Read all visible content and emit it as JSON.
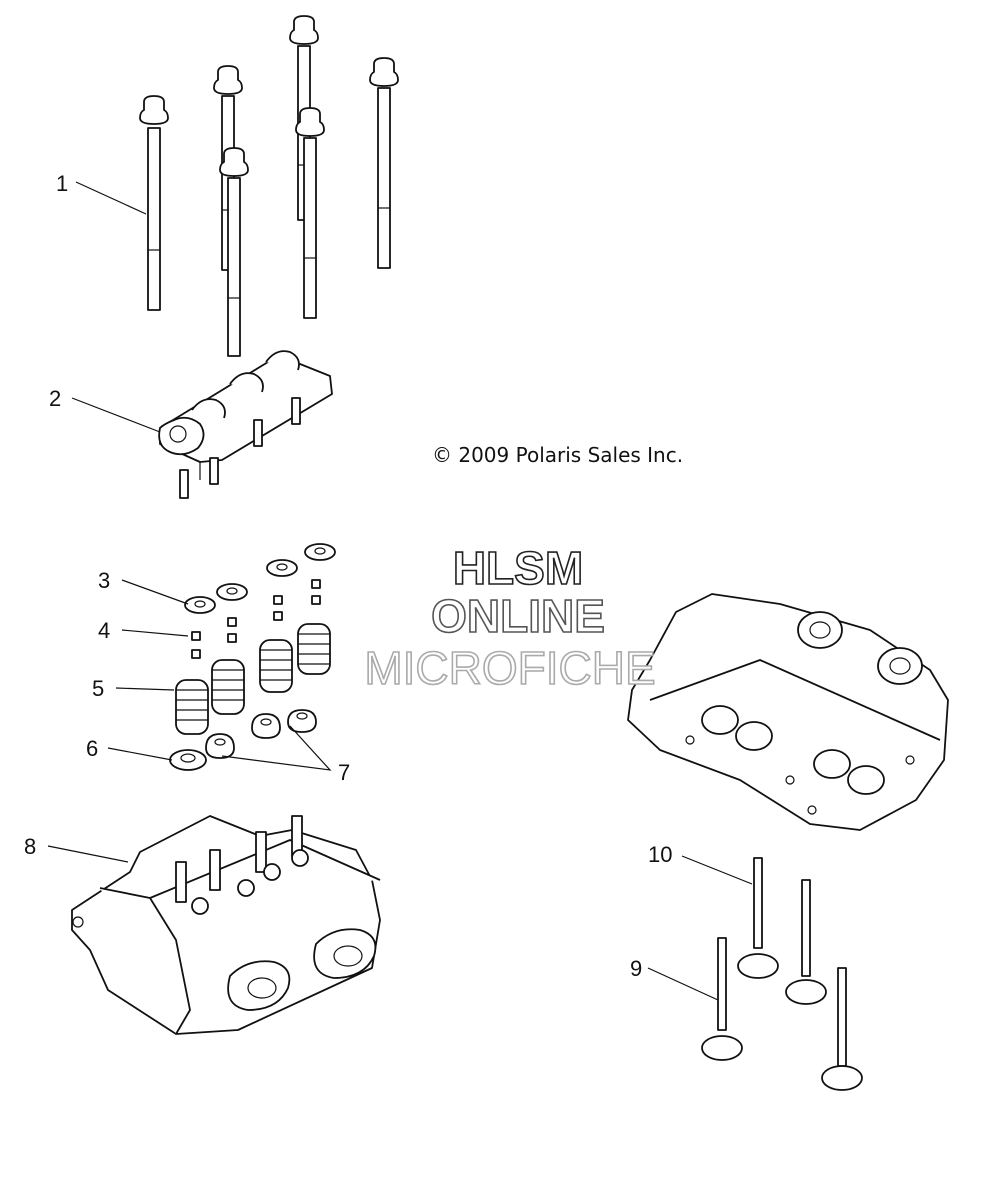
{
  "copyright": "© 2009 Polaris Sales Inc.",
  "watermark": {
    "line1": "HLSM",
    "line2": "ONLINE",
    "line3": "MICROFICHE"
  },
  "callouts": {
    "c1": "1",
    "c2": "2",
    "c3": "3",
    "c4": "4",
    "c5": "5",
    "c6": "6",
    "c7": "7",
    "c8": "8",
    "c9": "9",
    "c10": "10"
  }
}
